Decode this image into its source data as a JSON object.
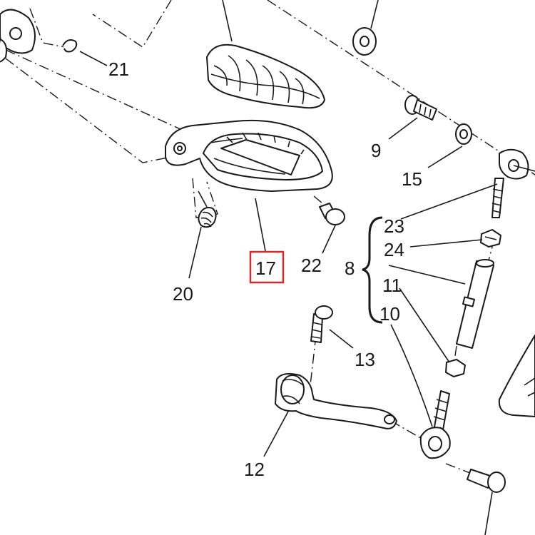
{
  "callouts": {
    "c8": "8",
    "c9": "9",
    "c10": "10",
    "c11": "11",
    "c12": "12",
    "c13": "13",
    "c15": "15",
    "c17": "17",
    "c20": "20",
    "c21": "21",
    "c22": "22",
    "c23": "23",
    "c24": "24"
  },
  "highlight": {
    "target": "17",
    "color": "#d42a2a"
  }
}
